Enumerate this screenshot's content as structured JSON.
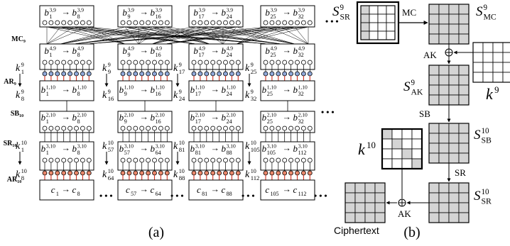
{
  "diagram_a": {
    "caption": "(a)",
    "row_labels": {
      "mc9": "MC₉",
      "ar9": "AR₉",
      "sb10": "SB₁₀",
      "sr10": "SR₁₀",
      "ar10": "AR₁₀"
    },
    "columns": [
      {
        "row1": [
          "b",
          "3,9",
          "1",
          "→",
          "b",
          "3,9",
          "8"
        ],
        "row2": [
          "b",
          "4,9",
          "1",
          "→",
          "b",
          "4,9",
          "8"
        ],
        "row3": [
          "b",
          "1,10",
          "1",
          "→",
          "b",
          "1,10",
          "8"
        ],
        "row4": [
          "b",
          "2,10",
          "1",
          "→",
          "b",
          "2,10",
          "8"
        ],
        "row5": [
          "b",
          "3,10",
          "1",
          "→",
          "b",
          "3,10",
          "8"
        ],
        "row6": [
          "c",
          "",
          "1",
          "→",
          "c",
          "",
          "8"
        ],
        "key9_top": [
          "k",
          "9",
          "1"
        ],
        "key9_bot": [
          "k",
          "9",
          "8"
        ],
        "key10_top": [
          "k",
          "10",
          "1"
        ],
        "key10_bot": [
          "k",
          "10",
          "8"
        ]
      },
      {
        "row1": [
          "b",
          "3,9",
          "9",
          "→",
          "b",
          "3,9",
          "16"
        ],
        "row2": [
          "b",
          "4,9",
          "9",
          "→",
          "b",
          "4,9",
          "16"
        ],
        "row3": [
          "b",
          "1,10",
          "9",
          "→",
          "b",
          "1,10",
          "16"
        ],
        "row4": [
          "b",
          "2,10",
          "9",
          "→",
          "b",
          "2,10",
          "16"
        ],
        "row5": [
          "b",
          "3,10",
          "57",
          "→",
          "b",
          "3,10",
          "64"
        ],
        "row6": [
          "c",
          "",
          "57",
          "→",
          "c",
          "",
          "64"
        ],
        "key9_top": [
          "k",
          "9",
          "9"
        ],
        "key9_bot": [
          "k",
          "9",
          "16"
        ],
        "key10_top": [
          "k",
          "10",
          "57"
        ],
        "key10_bot": [
          "k",
          "10",
          "64"
        ]
      },
      {
        "row1": [
          "b",
          "3,9",
          "17",
          "→",
          "b",
          "3,9",
          "24"
        ],
        "row2": [
          "b",
          "4,9",
          "17",
          "→",
          "b",
          "4,9",
          "24"
        ],
        "row3": [
          "b",
          "1,10",
          "17",
          "→",
          "b",
          "1,10",
          "24"
        ],
        "row4": [
          "b",
          "2,10",
          "17",
          "→",
          "b",
          "2,10",
          "24"
        ],
        "row5": [
          "b",
          "3,10",
          "81",
          "→",
          "b",
          "3,10",
          "88"
        ],
        "row6": [
          "c",
          "",
          "81",
          "→",
          "c",
          "",
          "88"
        ],
        "key9_top": [
          "k",
          "9",
          "17"
        ],
        "key9_bot": [
          "k",
          "9",
          "24"
        ],
        "key10_top": [
          "k",
          "10",
          "81"
        ],
        "key10_bot": [
          "k",
          "10",
          "88"
        ]
      },
      {
        "row1": [
          "b",
          "3,9",
          "25",
          "→",
          "b",
          "3,9",
          "32"
        ],
        "row2": [
          "b",
          "4,9",
          "25",
          "→",
          "b",
          "4,9",
          "32"
        ],
        "row3": [
          "b",
          "1,10",
          "25",
          "→",
          "b",
          "1,10",
          "32"
        ],
        "row4": [
          "b",
          "2,10",
          "25",
          "→",
          "b",
          "2,10",
          "32"
        ],
        "row5": [
          "b",
          "3,10",
          "105",
          "→",
          "b",
          "3,10",
          "112"
        ],
        "row6": [
          "c",
          "",
          "105",
          "→",
          "c",
          "",
          "112"
        ],
        "key9_top": [
          "k",
          "9",
          "25"
        ],
        "key9_bot": [
          "k",
          "9",
          "32"
        ],
        "key10_top": [
          "k",
          "10",
          "105"
        ],
        "key10_bot": [
          "k",
          "10",
          "112"
        ]
      }
    ],
    "colors": {
      "blue_node": "#8fa8d8",
      "red_node": "#e8866a",
      "red_line": "#d03020",
      "grey_node": "#b8b8b8"
    }
  },
  "diagram_b": {
    "caption": "(b)",
    "ciphertext": "Ciphertext",
    "ops": {
      "mc": "MC",
      "ak1": "AK",
      "sb": "SB",
      "sr": "SR",
      "ak2": "AK"
    },
    "states": {
      "s_sr9": [
        "S",
        "9",
        "SR"
      ],
      "s_mc9": [
        "S",
        "9",
        "MC"
      ],
      "s_ak9": [
        "S",
        "9",
        "AK"
      ],
      "k9": [
        "k",
        "9",
        ""
      ],
      "s_sb10": [
        "S",
        "10",
        "SB"
      ],
      "k10": [
        "k",
        "10",
        ""
      ],
      "s_sr10": [
        "S",
        "10",
        "SR"
      ]
    },
    "colors": {
      "cell_grey": "#d4d4d4"
    }
  },
  "ellipsis": "• • •"
}
